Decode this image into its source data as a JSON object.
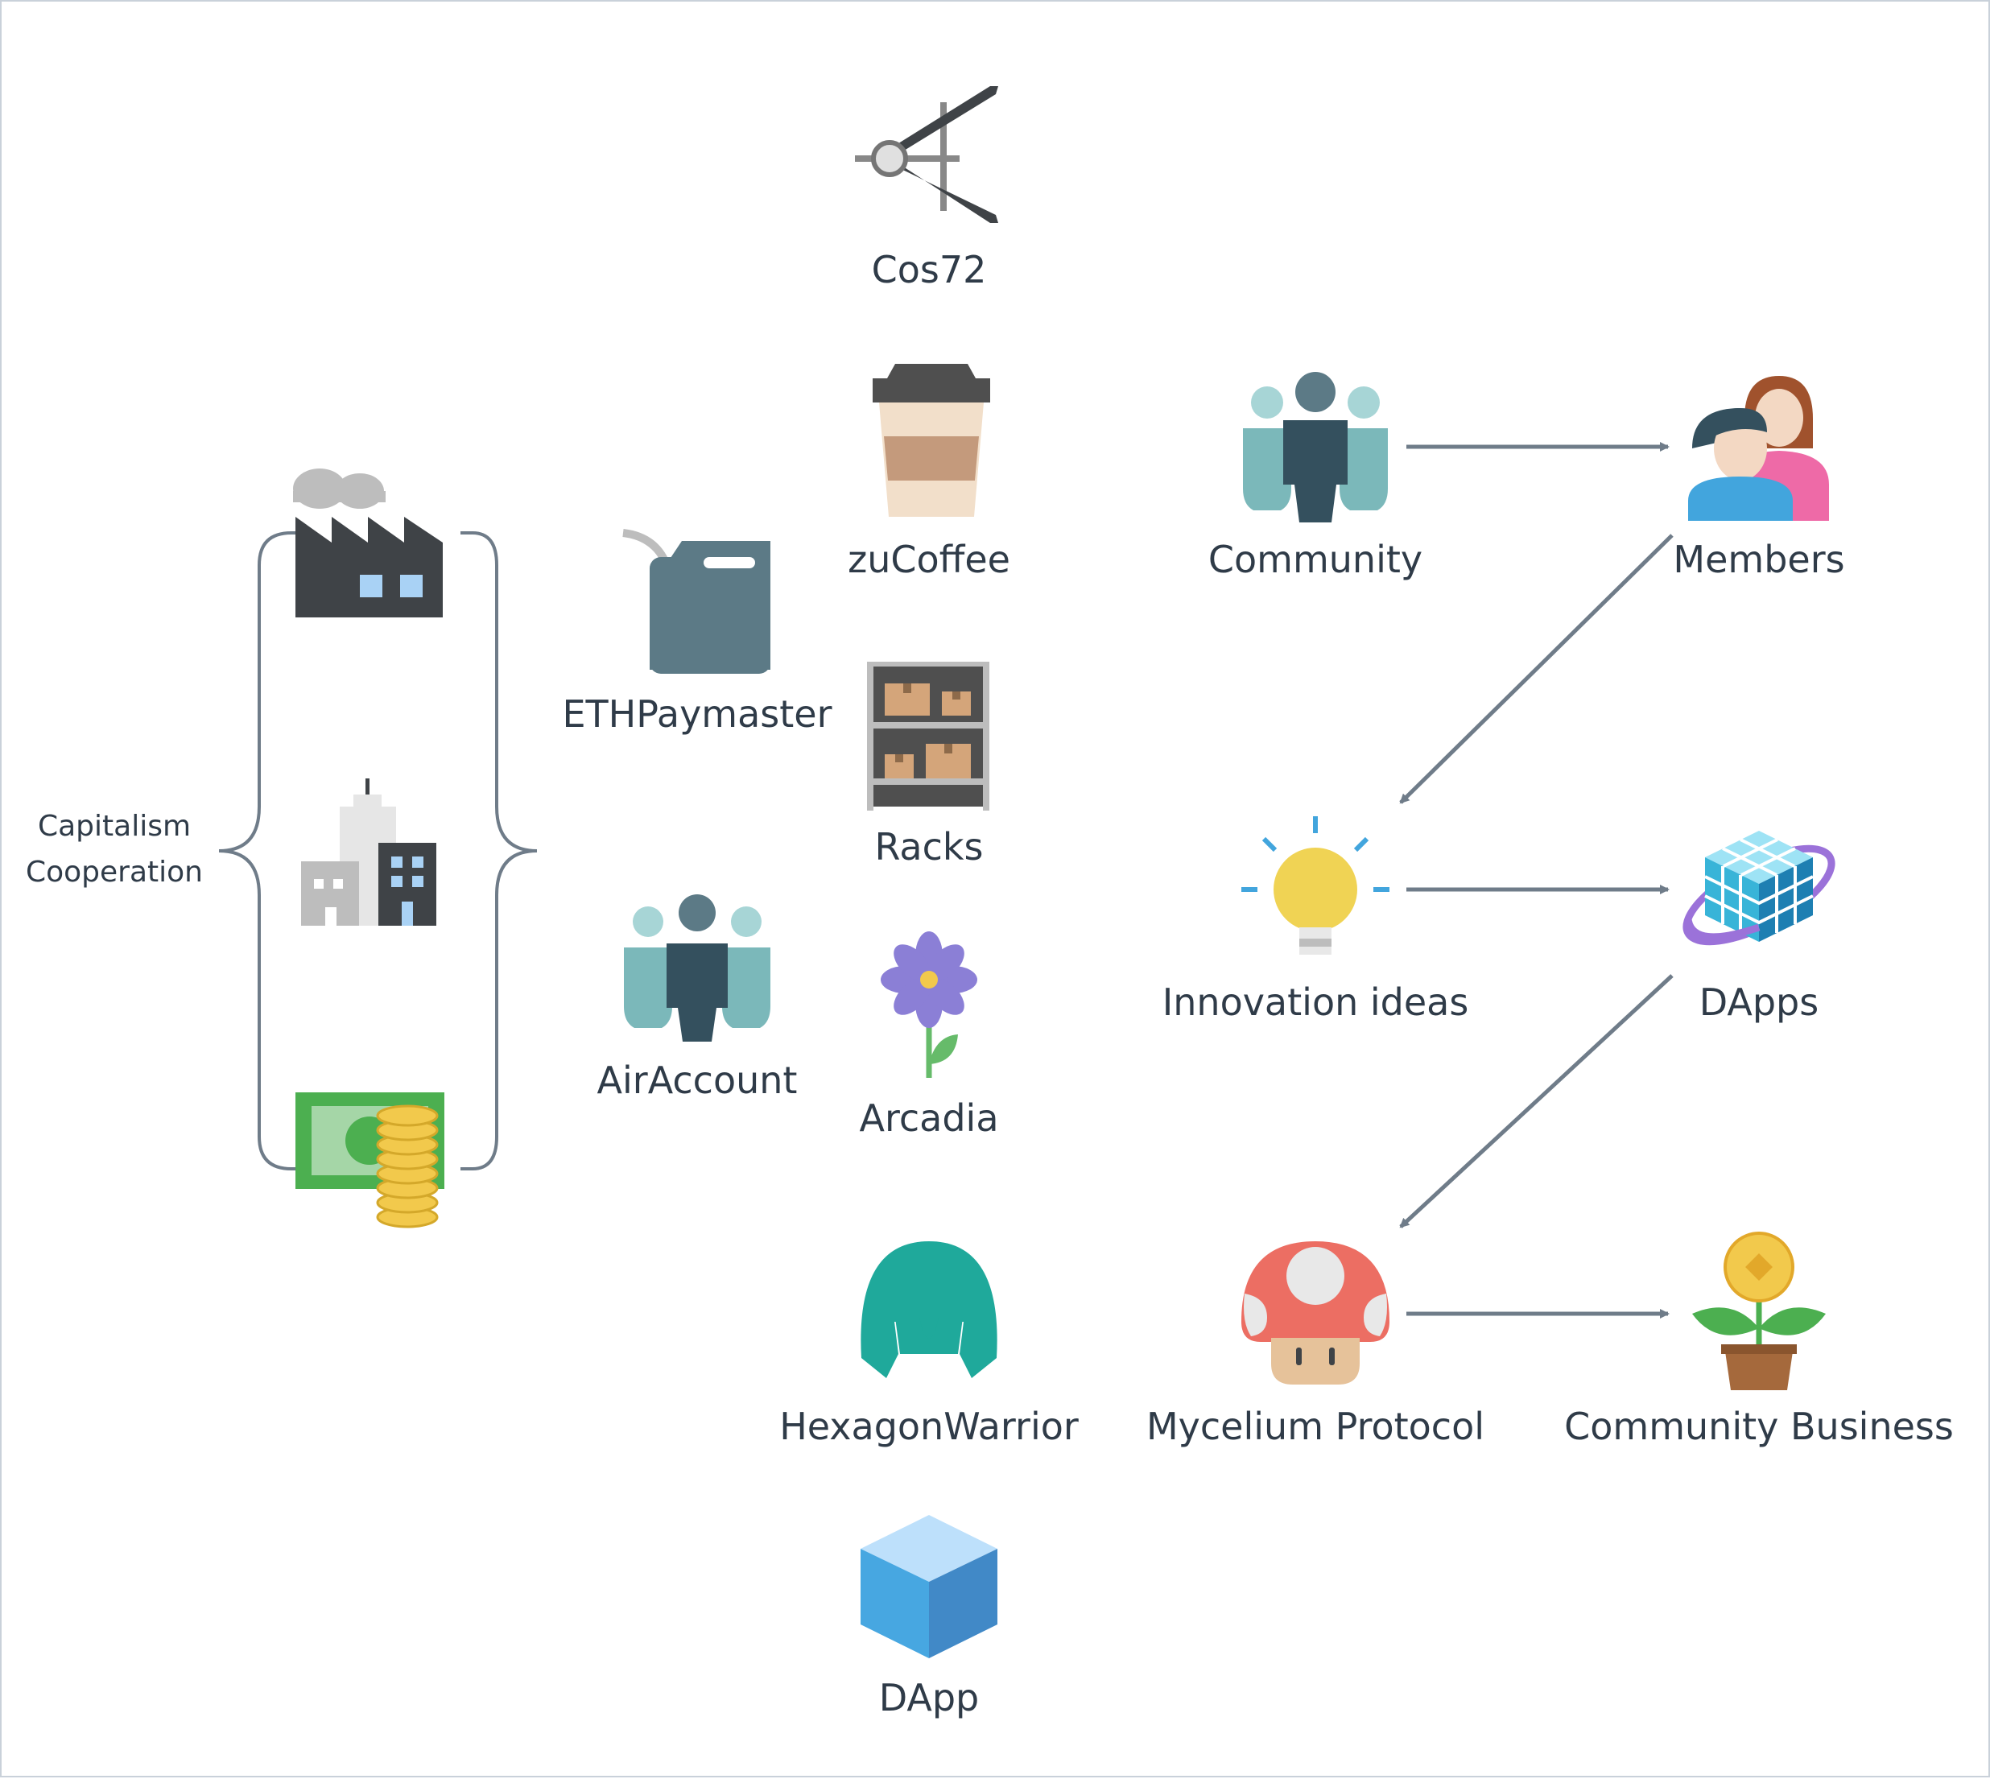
{
  "diagram": {
    "left_group": {
      "label_line1": "Capitalism",
      "label_line2": "Cooperation",
      "icons": [
        "factory-icon",
        "office-buildings-icon",
        "money-coins-icon"
      ]
    },
    "middle_column_a": [
      {
        "label": "ETHPaymaster",
        "icon": "fuel-can-icon"
      },
      {
        "label": "AirAccount",
        "icon": "group-icon"
      }
    ],
    "middle_column_b": [
      {
        "label": "Cos72",
        "icon": "compass-icon"
      },
      {
        "label": "zuCoffee",
        "icon": "coffee-cup-icon"
      },
      {
        "label": "Racks",
        "icon": "shelving-rack-icon"
      },
      {
        "label": "Arcadia",
        "icon": "flower-icon"
      },
      {
        "label": "HexagonWarrior",
        "icon": "helmet-icon"
      },
      {
        "label": "DApp",
        "icon": "cube-icon"
      }
    ],
    "flow_nodes": [
      {
        "label": "Community",
        "icon": "community-icon"
      },
      {
        "label": "Members",
        "icon": "members-icon"
      },
      {
        "label": "Innovation ideas",
        "icon": "lightbulb-icon"
      },
      {
        "label": "DApps",
        "icon": "dapps-cube-icon"
      },
      {
        "label": "Mycelium Protocol",
        "icon": "mushroom-icon"
      },
      {
        "label": "Community Business",
        "icon": "money-plant-icon"
      }
    ],
    "flow_edges": [
      [
        "Community",
        "Members"
      ],
      [
        "Members",
        "Innovation ideas"
      ],
      [
        "Innovation ideas",
        "DApps"
      ],
      [
        "DApps",
        "Mycelium Protocol"
      ],
      [
        "Mycelium Protocol",
        "Community Business"
      ]
    ],
    "colors": {
      "arrow": "#6f7c89",
      "text": "#2f3b48",
      "brace": "#6f7c89"
    }
  }
}
